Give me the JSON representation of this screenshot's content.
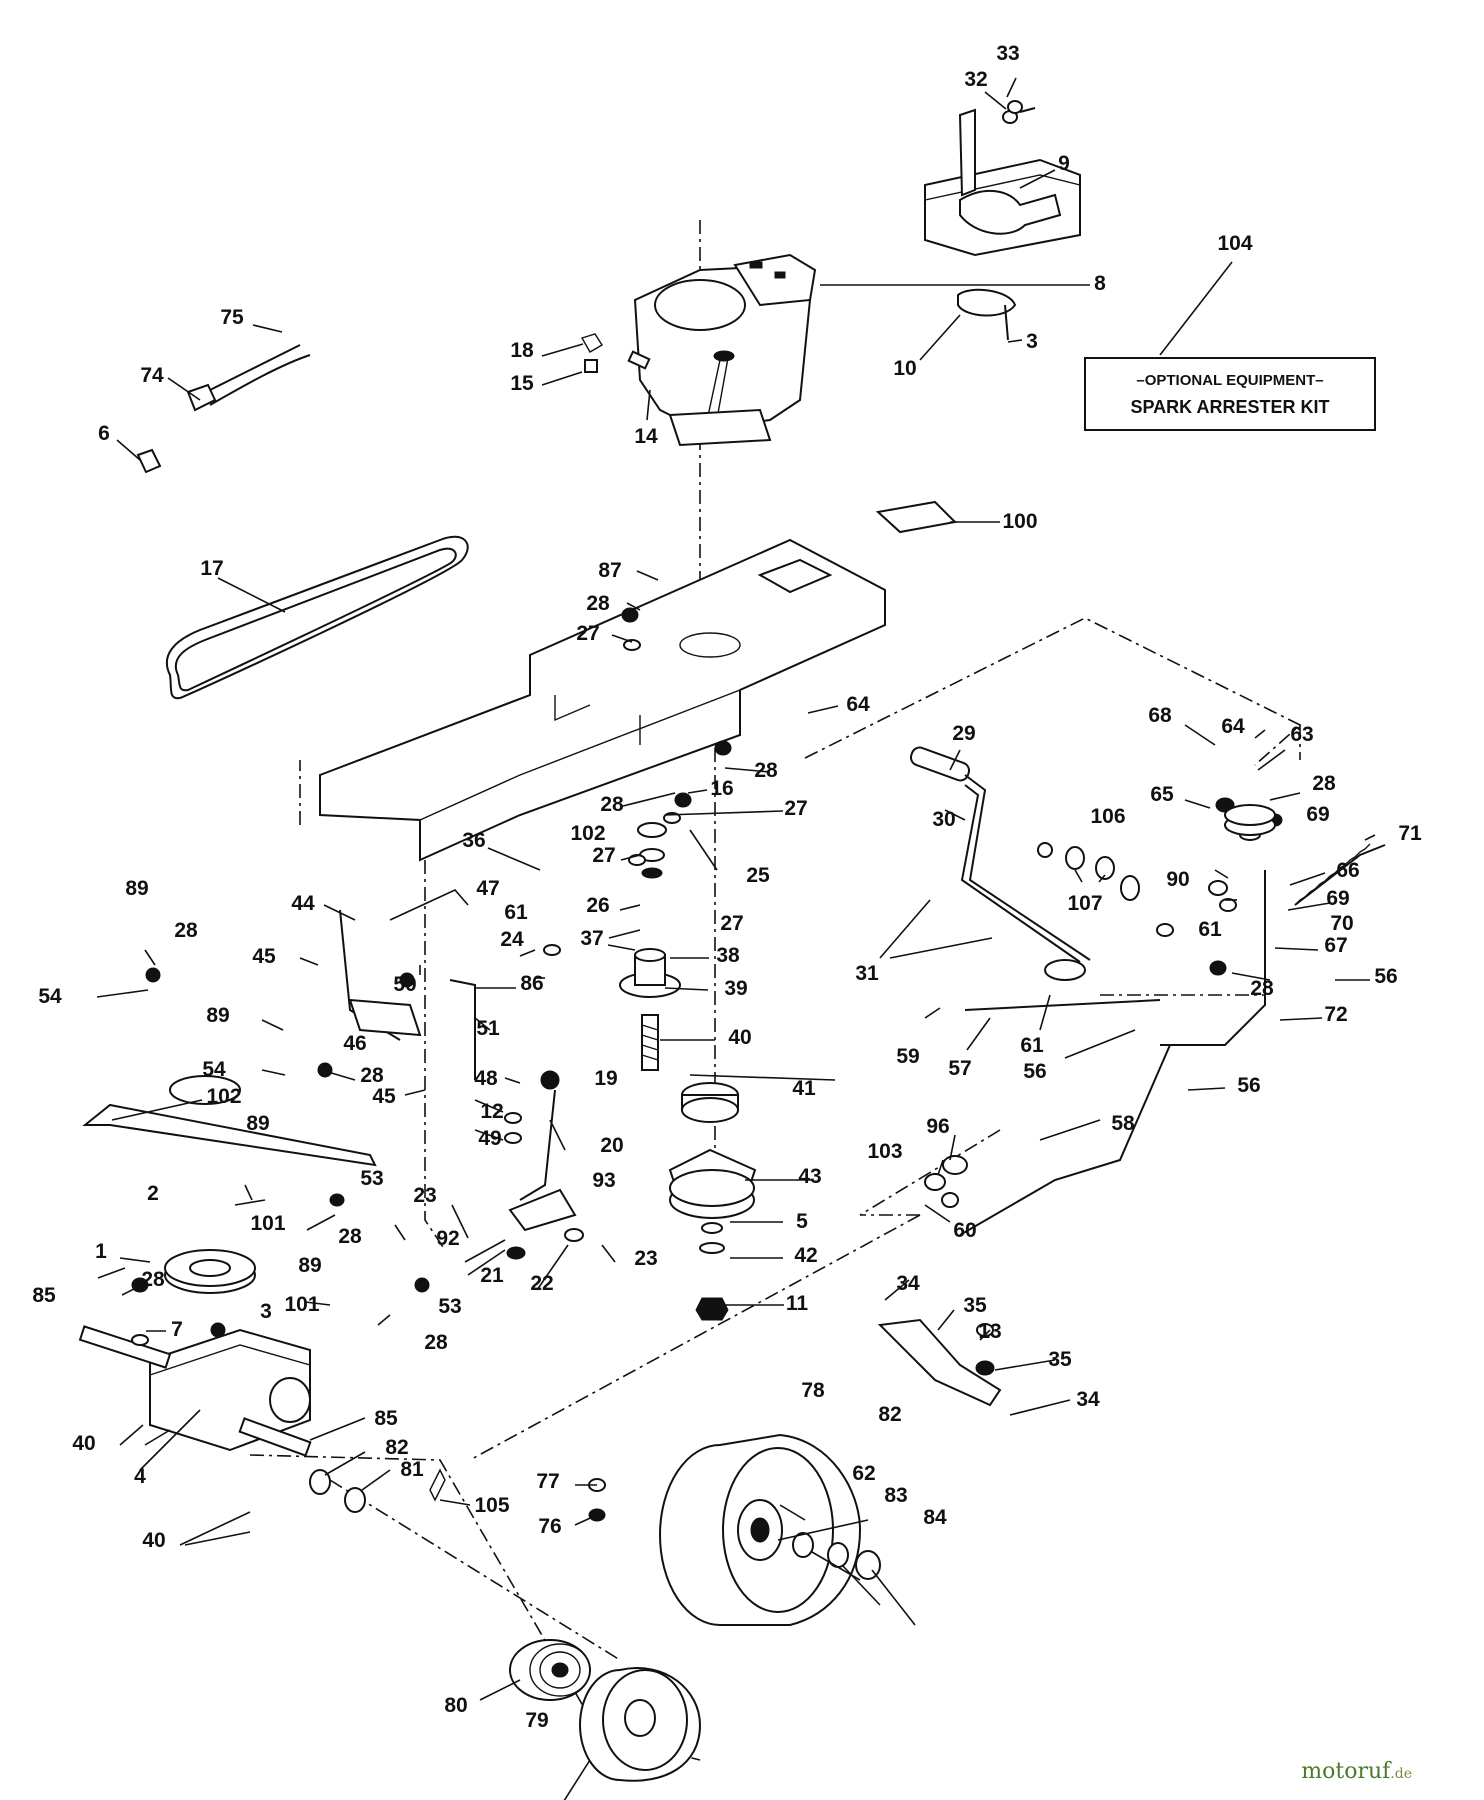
{
  "diagram": {
    "optional_box": {
      "number": "104",
      "line1": "–OPTIONAL EQUIPMENT–",
      "line2": "SPARK ARRESTER KIT"
    },
    "watermark": {
      "brand": "motoruf",
      "suffix": ".de"
    },
    "callouts": [
      {
        "id": "c33",
        "text": "33"
      },
      {
        "id": "c32",
        "text": "32"
      },
      {
        "id": "c9",
        "text": "9"
      },
      {
        "id": "c8",
        "text": "8"
      },
      {
        "id": "c3a",
        "text": "3"
      },
      {
        "id": "c10",
        "text": "10"
      },
      {
        "id": "c75",
        "text": "75"
      },
      {
        "id": "c74",
        "text": "74"
      },
      {
        "id": "c6",
        "text": "6"
      },
      {
        "id": "c18",
        "text": "18"
      },
      {
        "id": "c15",
        "text": "15"
      },
      {
        "id": "c14",
        "text": "14"
      },
      {
        "id": "c100",
        "text": "100"
      },
      {
        "id": "c17",
        "text": "17"
      },
      {
        "id": "c87",
        "text": "87"
      },
      {
        "id": "c28a",
        "text": "28"
      },
      {
        "id": "c27a",
        "text": "27"
      },
      {
        "id": "c64a",
        "text": "64"
      },
      {
        "id": "c28b",
        "text": "28"
      },
      {
        "id": "c28c",
        "text": "28"
      },
      {
        "id": "c16",
        "text": "16"
      },
      {
        "id": "c102a",
        "text": "102"
      },
      {
        "id": "c27b",
        "text": "27"
      },
      {
        "id": "c27c",
        "text": "27"
      },
      {
        "id": "c25",
        "text": "25"
      },
      {
        "id": "c36",
        "text": "36"
      },
      {
        "id": "c26",
        "text": "26"
      },
      {
        "id": "c61a",
        "text": "61"
      },
      {
        "id": "c24",
        "text": "24"
      },
      {
        "id": "c37",
        "text": "37"
      },
      {
        "id": "c27d",
        "text": "27"
      },
      {
        "id": "c38",
        "text": "38"
      },
      {
        "id": "c39",
        "text": "39"
      },
      {
        "id": "c40a",
        "text": "40"
      },
      {
        "id": "c44",
        "text": "44"
      },
      {
        "id": "c47",
        "text": "47"
      },
      {
        "id": "c45a",
        "text": "45"
      },
      {
        "id": "c50",
        "text": "50"
      },
      {
        "id": "c86",
        "text": "86"
      },
      {
        "id": "c51",
        "text": "51"
      },
      {
        "id": "c46",
        "text": "46"
      },
      {
        "id": "c89a",
        "text": "89"
      },
      {
        "id": "c28d",
        "text": "28"
      },
      {
        "id": "c54a",
        "text": "54"
      },
      {
        "id": "c89b",
        "text": "89"
      },
      {
        "id": "c54b",
        "text": "54"
      },
      {
        "id": "c28e",
        "text": "28"
      },
      {
        "id": "c45b",
        "text": "45"
      },
      {
        "id": "c48",
        "text": "48"
      },
      {
        "id": "c19",
        "text": "19"
      },
      {
        "id": "c12",
        "text": "12"
      },
      {
        "id": "c49",
        "text": "49"
      },
      {
        "id": "c20",
        "text": "20"
      },
      {
        "id": "c41",
        "text": "41"
      },
      {
        "id": "c102b",
        "text": "102"
      },
      {
        "id": "c89c",
        "text": "89"
      },
      {
        "id": "c53a",
        "text": "53"
      },
      {
        "id": "c2",
        "text": "2"
      },
      {
        "id": "c101a",
        "text": "101"
      },
      {
        "id": "c28f",
        "text": "28"
      },
      {
        "id": "c23a",
        "text": "23"
      },
      {
        "id": "c93",
        "text": "93"
      },
      {
        "id": "c92",
        "text": "92"
      },
      {
        "id": "c43",
        "text": "43"
      },
      {
        "id": "c5",
        "text": "5"
      },
      {
        "id": "c42",
        "text": "42"
      },
      {
        "id": "c21",
        "text": "21"
      },
      {
        "id": "c22",
        "text": "22"
      },
      {
        "id": "c23b",
        "text": "23"
      },
      {
        "id": "c1",
        "text": "1"
      },
      {
        "id": "c28g",
        "text": "28"
      },
      {
        "id": "c3b",
        "text": "3"
      },
      {
        "id": "c89d",
        "text": "89"
      },
      {
        "id": "c53b",
        "text": "53"
      },
      {
        "id": "c85a",
        "text": "85"
      },
      {
        "id": "c101b",
        "text": "101"
      },
      {
        "id": "c28h",
        "text": "28"
      },
      {
        "id": "c7",
        "text": "7"
      },
      {
        "id": "c11",
        "text": "11"
      },
      {
        "id": "c34a",
        "text": "34"
      },
      {
        "id": "c35a",
        "text": "35"
      },
      {
        "id": "c13",
        "text": "13"
      },
      {
        "id": "c35b",
        "text": "35"
      },
      {
        "id": "c34b",
        "text": "34"
      },
      {
        "id": "c40b",
        "text": "40"
      },
      {
        "id": "c4",
        "text": "4"
      },
      {
        "id": "c85b",
        "text": "85"
      },
      {
        "id": "c82a",
        "text": "82"
      },
      {
        "id": "c81",
        "text": "81"
      },
      {
        "id": "c105",
        "text": "105"
      },
      {
        "id": "c77",
        "text": "77"
      },
      {
        "id": "c76",
        "text": "76"
      },
      {
        "id": "c40c",
        "text": "40"
      },
      {
        "id": "c78",
        "text": "78"
      },
      {
        "id": "c82b",
        "text": "82"
      },
      {
        "id": "c62",
        "text": "62"
      },
      {
        "id": "c83",
        "text": "83"
      },
      {
        "id": "c84",
        "text": "84"
      },
      {
        "id": "c80",
        "text": "80"
      },
      {
        "id": "c79",
        "text": "79"
      },
      {
        "id": "c29",
        "text": "29"
      },
      {
        "id": "c30",
        "text": "30"
      },
      {
        "id": "c106",
        "text": "106"
      },
      {
        "id": "c107",
        "text": "107"
      },
      {
        "id": "c31",
        "text": "31"
      },
      {
        "id": "c68",
        "text": "68"
      },
      {
        "id": "c64b",
        "text": "64"
      },
      {
        "id": "c63",
        "text": "63"
      },
      {
        "id": "c65",
        "text": "65"
      },
      {
        "id": "c28i",
        "text": "28"
      },
      {
        "id": "c69a",
        "text": "69"
      },
      {
        "id": "c71",
        "text": "71"
      },
      {
        "id": "c90",
        "text": "90"
      },
      {
        "id": "c66",
        "text": "66"
      },
      {
        "id": "c69b",
        "text": "69"
      },
      {
        "id": "c61b",
        "text": "61"
      },
      {
        "id": "c70",
        "text": "70"
      },
      {
        "id": "c67",
        "text": "67"
      },
      {
        "id": "c28j",
        "text": "28"
      },
      {
        "id": "c56a",
        "text": "56"
      },
      {
        "id": "c72",
        "text": "72"
      },
      {
        "id": "c59",
        "text": "59"
      },
      {
        "id": "c57",
        "text": "57"
      },
      {
        "id": "c61c",
        "text": "61"
      },
      {
        "id": "c56b",
        "text": "56"
      },
      {
        "id": "c56c",
        "text": "56"
      },
      {
        "id": "c58",
        "text": "58"
      },
      {
        "id": "c96",
        "text": "96"
      },
      {
        "id": "c103",
        "text": "103"
      },
      {
        "id": "c60",
        "text": "60"
      }
    ]
  }
}
